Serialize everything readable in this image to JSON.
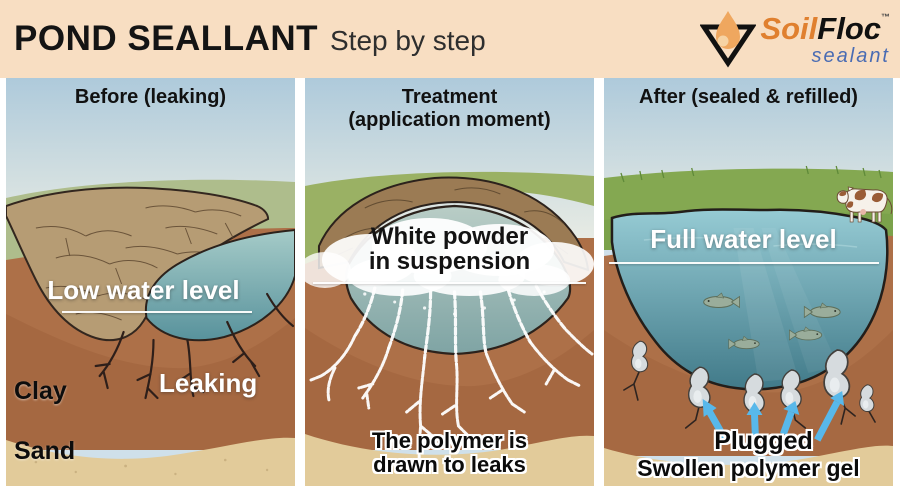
{
  "header": {
    "title": "POND SEALLANT",
    "subtitle": "Step by step"
  },
  "logo": {
    "soil": "Soil",
    "floc": "Floc",
    "trademark": "™",
    "tagline": "sealant"
  },
  "panels": {
    "before": {
      "title": "Before (leaking)",
      "water_level_label": "Low water level",
      "clay_label": "Clay",
      "leaking_label": "Leaking",
      "sand_label": "Sand"
    },
    "treatment": {
      "title_line1": "Treatment",
      "title_line2": "(application moment)",
      "suspension_line1": "White powder",
      "suspension_line2": "in suspension",
      "bottom_line1": "The polymer is",
      "bottom_line2": "drawn to leaks"
    },
    "after": {
      "title": "After (sealed & refilled)",
      "water_level_label": "Full water level",
      "plugged_label": "Plugged",
      "gel_label": "Swollen polymer gel"
    }
  },
  "colors": {
    "header_bg": "#f8dec2",
    "brand_orange": "#e0802f",
    "brand_blue": "#4a6cb3",
    "arrow_blue": "#58b8ea",
    "water_teal": "#7fb4c0",
    "clay_brown": "#ad7048",
    "sand_tan": "#e2cb9a",
    "grass_green": "#84a851"
  }
}
